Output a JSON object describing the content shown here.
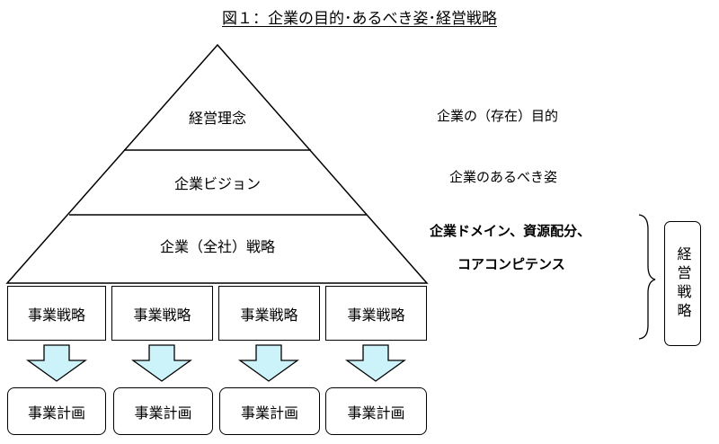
{
  "title": "図１：企業の目的･あるべき姿･経営戦略",
  "pyramid": {
    "tiers": [
      {
        "label": "経営理念"
      },
      {
        "label": "企業ビジョン"
      },
      {
        "label": "企業（全社）戦略"
      }
    ]
  },
  "descriptions": {
    "purpose": "企業の（存在）目的",
    "vision": "企業のあるべき姿",
    "strategy_line1": "企業ドメイン、資源配分、",
    "strategy_line2": "コアコンピテンス"
  },
  "business_strategies": [
    "事業戦略",
    "事業戦略",
    "事業戦略",
    "事業戦略"
  ],
  "business_plans": [
    "事業計画",
    "事業計画",
    "事業計画",
    "事業計画"
  ],
  "management_strategy_label": "経営戦略",
  "colors": {
    "arrow_fill": "#ccf2fa",
    "line": "#000000"
  }
}
